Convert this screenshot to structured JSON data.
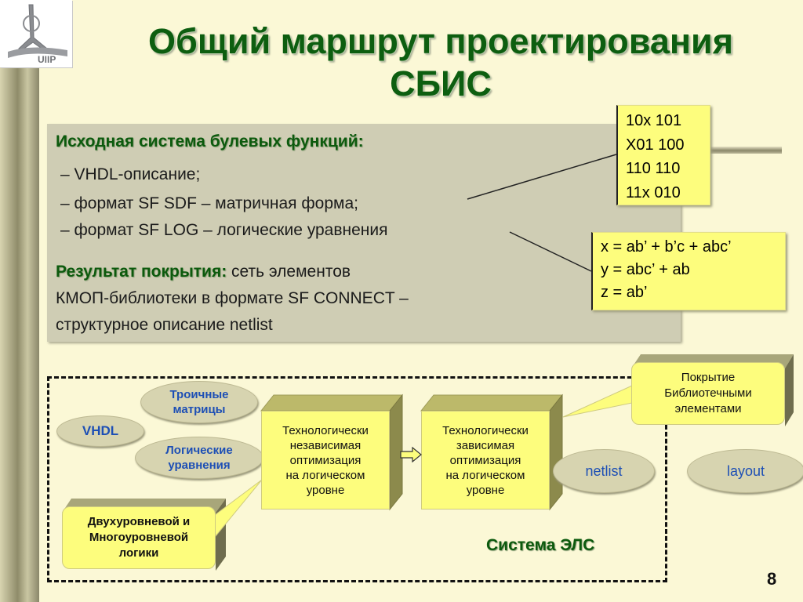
{
  "title": {
    "line1": "Общий маршрут проектирования",
    "line2": "СБИС"
  },
  "logo": {
    "text": "UIIP",
    "icon": "institute-logo-icon"
  },
  "source": {
    "heading": "Исходная система булевых функций:",
    "items": [
      "– VHDL-описание;",
      "– формат SF SDF – матричная форма;",
      "– формат SF LOG – логические уравнения"
    ]
  },
  "result": {
    "label": "Результат покрытия:",
    "line1": " сеть элементов",
    "line2": "КМОП-библиотеки в формате SF CONNECT –",
    "line3": "структурное описание netlist"
  },
  "matrix": {
    "rows": [
      "10x 101",
      "X01 100",
      "110 110",
      "11x 010"
    ]
  },
  "equations": {
    "rows": [
      "x = ab’ + b’c + abc’",
      "y = abc’ + ab",
      "z = ab’"
    ]
  },
  "diagram": {
    "vhdl": "VHDL",
    "ternary": [
      "Троичные",
      "матрицы"
    ],
    "logic_eq": [
      "Логические",
      "уравнения"
    ],
    "indep_opt": [
      "Технологически",
      "независимая",
      "оптимизация",
      "на  логическом",
      "уровне"
    ],
    "dep_opt": [
      "Технологически",
      "зависимая",
      "оптимизация",
      "на  логическом",
      "уровне"
    ],
    "netlist": "netlist",
    "layout": "layout",
    "coverage": [
      "Покрытие",
      "Библиотечными",
      "элементами"
    ],
    "twolevel": [
      "Двухуровневой и",
      "Многоуровневой",
      "логики"
    ],
    "system_label": "Система ЭЛС"
  },
  "colors": {
    "title": "#0d5e10",
    "highlight_box": "#fdfd7d",
    "panel": "#cfcdb4",
    "ellipse_text": "#1d4fb5"
  },
  "slide_number": "8"
}
